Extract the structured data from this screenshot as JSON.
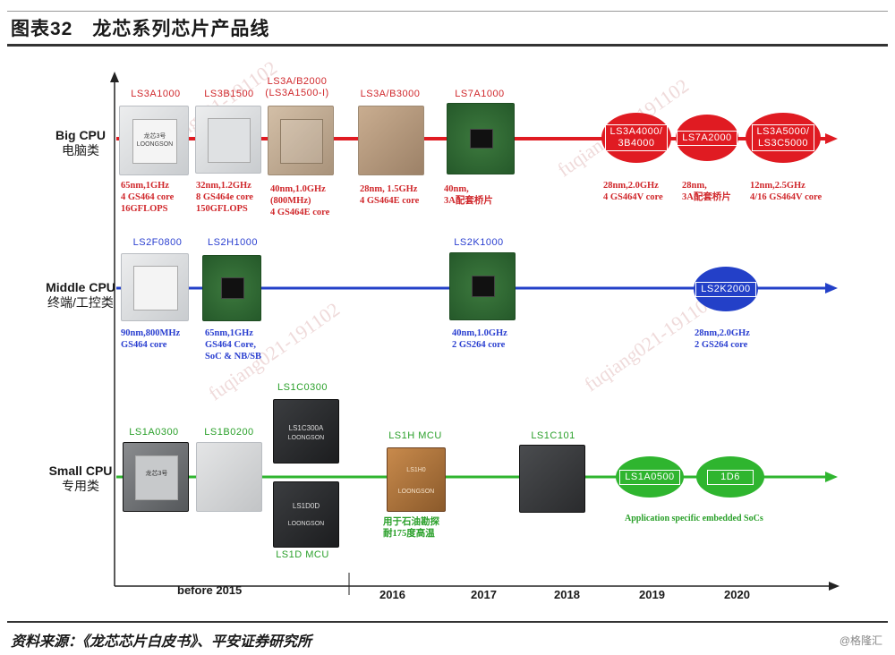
{
  "header": {
    "title": "图表32　龙芯系列芯片产品线"
  },
  "footer": {
    "source": "资料来源：《龙芯芯片白皮书》、平安证券研究所",
    "mark": "@格隆汇"
  },
  "rows": {
    "big": {
      "en": "Big CPU",
      "cn": "电脑类"
    },
    "middle": {
      "en": "Middle CPU",
      "cn": "终端/工控类"
    },
    "small": {
      "en": "Small CPU",
      "cn": "专用类"
    }
  },
  "years": [
    "before 2015",
    "2016",
    "2017",
    "2018",
    "2019",
    "2020"
  ],
  "big_chips": [
    {
      "name": "LS3A1000",
      "spec": [
        "65nm,1GHz",
        "4 GS464 core",
        "16GFLOPS"
      ]
    },
    {
      "name": "LS3B1500",
      "spec": [
        "32nm,1.2GHz",
        "8 GS464e core",
        "150GFLOPS"
      ]
    },
    {
      "name": "LS3A/B2000",
      "name2": "(LS3A1500-I)",
      "spec": [
        "40nm,1.0GHz",
        "(800MHz)",
        "4 GS464E core"
      ]
    },
    {
      "name": "LS3A/B3000",
      "spec": [
        "28nm, 1.5GHz",
        "4 GS464E core"
      ]
    },
    {
      "name": "LS7A1000",
      "spec": [
        "40nm,",
        "3A配套桥片"
      ]
    }
  ],
  "big_future": [
    {
      "name": "LS3A4000/",
      "name2": "3B4000",
      "spec": [
        "28nm,2.0GHz",
        "4 GS464V core"
      ]
    },
    {
      "name": "LS7A2000",
      "spec": [
        "28nm,",
        "3A配套桥片"
      ]
    },
    {
      "name": "LS3A5000/",
      "name2": "LS3C5000",
      "spec": [
        "12nm,2.5GHz",
        "4/16 GS464V core"
      ]
    }
  ],
  "middle_chips": [
    {
      "name": "LS2F0800",
      "spec": [
        "90nm,800MHz",
        "GS464 core"
      ]
    },
    {
      "name": "LS2H1000",
      "spec": [
        "65nm,1GHz",
        "GS464 Core,",
        "SoC & NB/SB"
      ]
    },
    {
      "name": "LS2K1000",
      "spec": [
        "40nm,1.0GHz",
        "2 GS264 core"
      ]
    }
  ],
  "middle_future": {
    "name": "LS2K2000",
    "spec": [
      "28nm,2.0GHz",
      "2 GS264 core"
    ]
  },
  "small_chips": [
    {
      "name": "LS1A0300"
    },
    {
      "name": "LS1B0200"
    },
    {
      "name": "LS1C0300",
      "mark": "LS1C300A",
      "mark2": "LOONGSON"
    },
    {
      "name": "LS1D MCU",
      "mark": "LS1D0D",
      "mark2": "LOONGSON"
    },
    {
      "name": "LS1H MCU",
      "spec": [
        "用于石油勘探",
        "耐175度高温"
      ],
      "mark": "LS1H0",
      "mark2": "LOONGSON"
    },
    {
      "name": "LS1C101"
    }
  ],
  "small_future": [
    {
      "name": "LS1A0500"
    },
    {
      "name": "1D6"
    }
  ],
  "small_note": "Application  specific  embedded  SoCs",
  "chip_marks": {
    "loongson": "LOONGSON",
    "cn": "龙芯3号"
  },
  "watermark": "fuqiang021-191102",
  "colors": {
    "red": "#e01b22",
    "blue": "#2340c8",
    "green": "#2fb52f"
  }
}
